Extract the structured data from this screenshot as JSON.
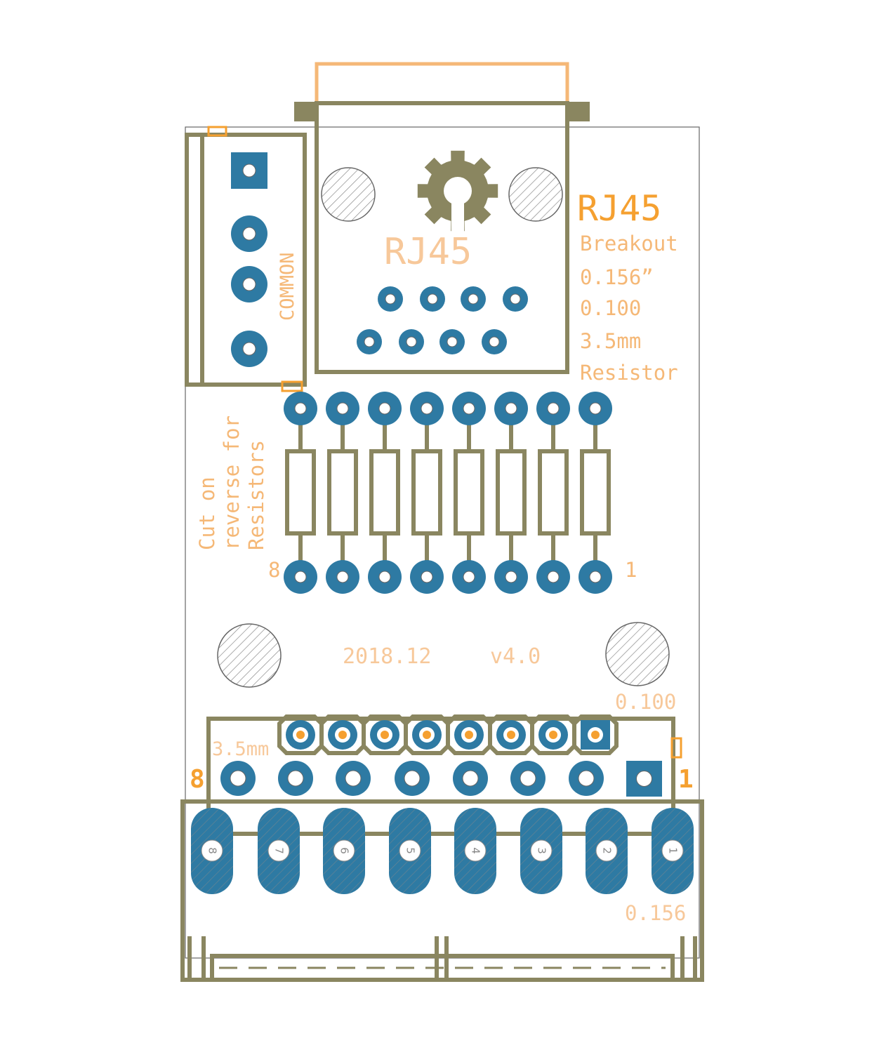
{
  "colors": {
    "board_outline": "#666666",
    "silkscreen": "#8a8660",
    "copper_pad": "#2e7aa3",
    "label_orange": "#f5a030",
    "label_light": "#f7c89a",
    "connector_outline": "#f5b877",
    "hatch": "#9a9a9a"
  },
  "labels": {
    "title": "RJ45",
    "breakout": "Breakout",
    "spec_156": "0.156”",
    "spec_100": "0.100",
    "spec_35": "3.5mm",
    "spec_resistor": "Resistor",
    "jack_label": "RJ45",
    "common": "COMMON",
    "cut_line1": "Cut on",
    "cut_line2": "reverse for",
    "cut_line3": "Resistors",
    "pin8": "8",
    "pin1": "1",
    "date": "2018.12",
    "version": "v4.0",
    "header_100": "0.100",
    "header_35": "3.5mm",
    "big8": "8",
    "big1": "1",
    "terminal_156": "0.156"
  },
  "terminal_numbers": [
    "8",
    "7",
    "6",
    "5",
    "4",
    "3",
    "2",
    "1"
  ],
  "icons": {
    "logo": "open-hardware-gear-icon"
  }
}
